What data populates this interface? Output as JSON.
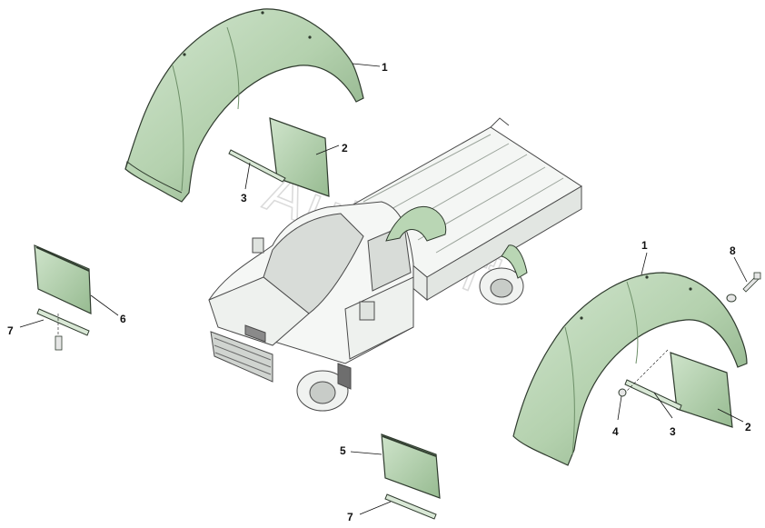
{
  "diagram": {
    "watermark": "Autosoft",
    "callouts": [
      {
        "id": "c1-top",
        "text": "1"
      },
      {
        "id": "c2-top",
        "text": "2"
      },
      {
        "id": "c3-top",
        "text": "3"
      },
      {
        "id": "c6-left",
        "text": "6"
      },
      {
        "id": "c7-left",
        "text": "7"
      },
      {
        "id": "c1-right",
        "text": "1"
      },
      {
        "id": "c8-right",
        "text": "8"
      },
      {
        "id": "c2-right",
        "text": "2"
      },
      {
        "id": "c3-right",
        "text": "3"
      },
      {
        "id": "c4-right",
        "text": "4"
      },
      {
        "id": "c5-bottom",
        "text": "5"
      },
      {
        "id": "c7-bottom",
        "text": "7"
      }
    ],
    "colors": {
      "part_fill": "#b9d6b4",
      "part_shade": "#8fb38a",
      "part_dark": "#5f7f5b",
      "outline": "#2f3b2e",
      "truck_body": "#f2f4f2",
      "truck_line": "#4a4a4a"
    }
  }
}
